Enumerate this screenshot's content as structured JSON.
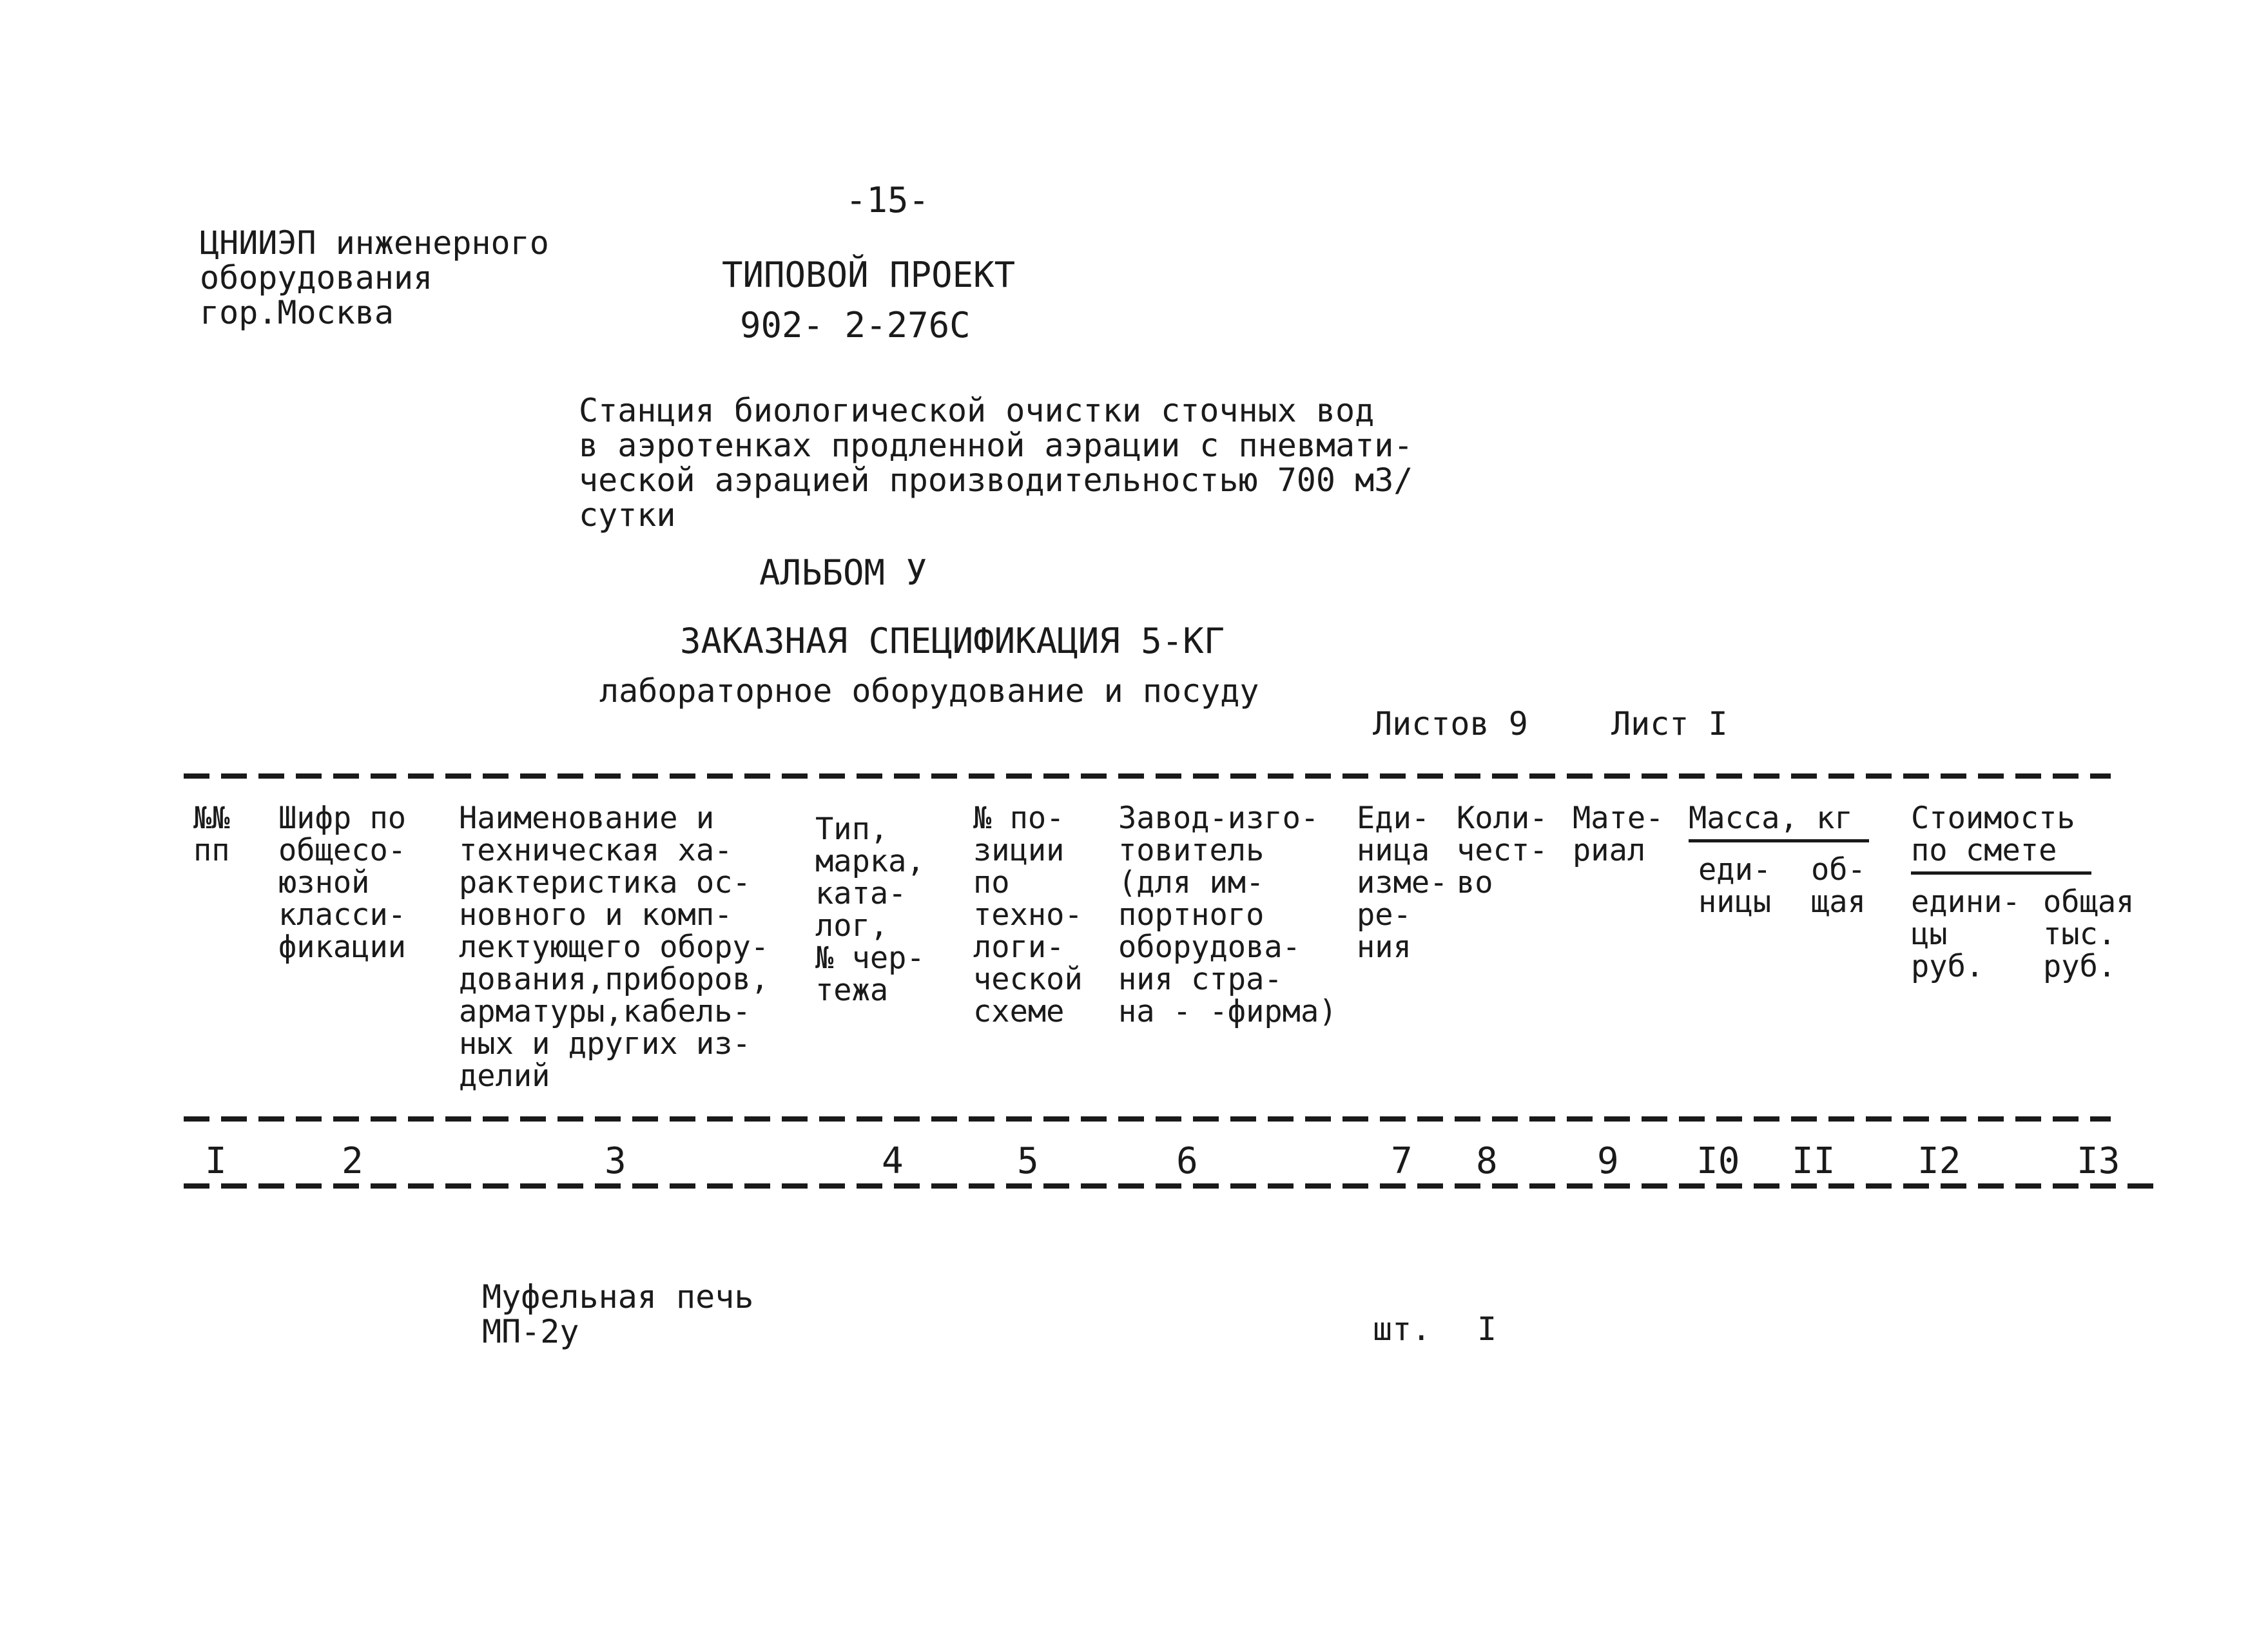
{
  "page_number": "-15-",
  "organization": {
    "lines": "ЦНИИЭП инженерного\nоборудования\nгор.Москва"
  },
  "project": {
    "label": "ТИПОВОЙ ПРОЕКТ",
    "code": "902- 2-276С"
  },
  "description": "Станция биологической очистки сточных вод\nв аэротенках продленной аэрации с пневмати-\nческой аэрацией производительностью 700 м3/\nсутки",
  "album": "АЛЬБОМ У",
  "spec_title": "ЗАКАЗНАЯ СПЕЦИФИКАЦИЯ 5-КГ",
  "spec_subtitle": "лабораторное оборудование и посуду",
  "sheets_total": "Листов 9",
  "sheet_current": "Лист I",
  "columns": [
    "№№\nпп",
    "Шифр по\nобщесо-\nюзной\nкласси-\nфикации",
    "Наименование и\nтехническая ха-\nрактеристика ос-\nновного и комп-\nлектующего обору-\nдования,приборов,\nарматуры,кабель-\nных и других из-\nделий",
    "Тип,\nмарка,\nката-\nлог,\n№ чер-\nтежа",
    "№ по-\nзиции\nпо\nтехно-\nлоги-\nческой\nсхеме",
    "Завод-изго-\nтовитель\n(для им-\nпортного\nоборудова-\nния стра-\nна - -фирма)",
    "Еди-\nница\nизме-\nре-\nния",
    "Коли-\nчест-\nво",
    "Мате-\nриал"
  ],
  "mass_group": {
    "title": "Масса, кг",
    "unit": "еди-\nницы",
    "total": "об-\nщая"
  },
  "cost_group": {
    "title": "Стоимость\nпо смете",
    "unit": "едини-\nцы\nруб.",
    "total": "общая\nтыс.\nруб."
  },
  "column_numbers": [
    "I",
    "2",
    "3",
    "4",
    "5",
    "6",
    "7",
    "8",
    "9",
    "I0",
    "II",
    "I2",
    "I3"
  ],
  "row": {
    "name": "Муфельная печь\nМП-2у",
    "unit": "шт.",
    "quantity": "I"
  }
}
